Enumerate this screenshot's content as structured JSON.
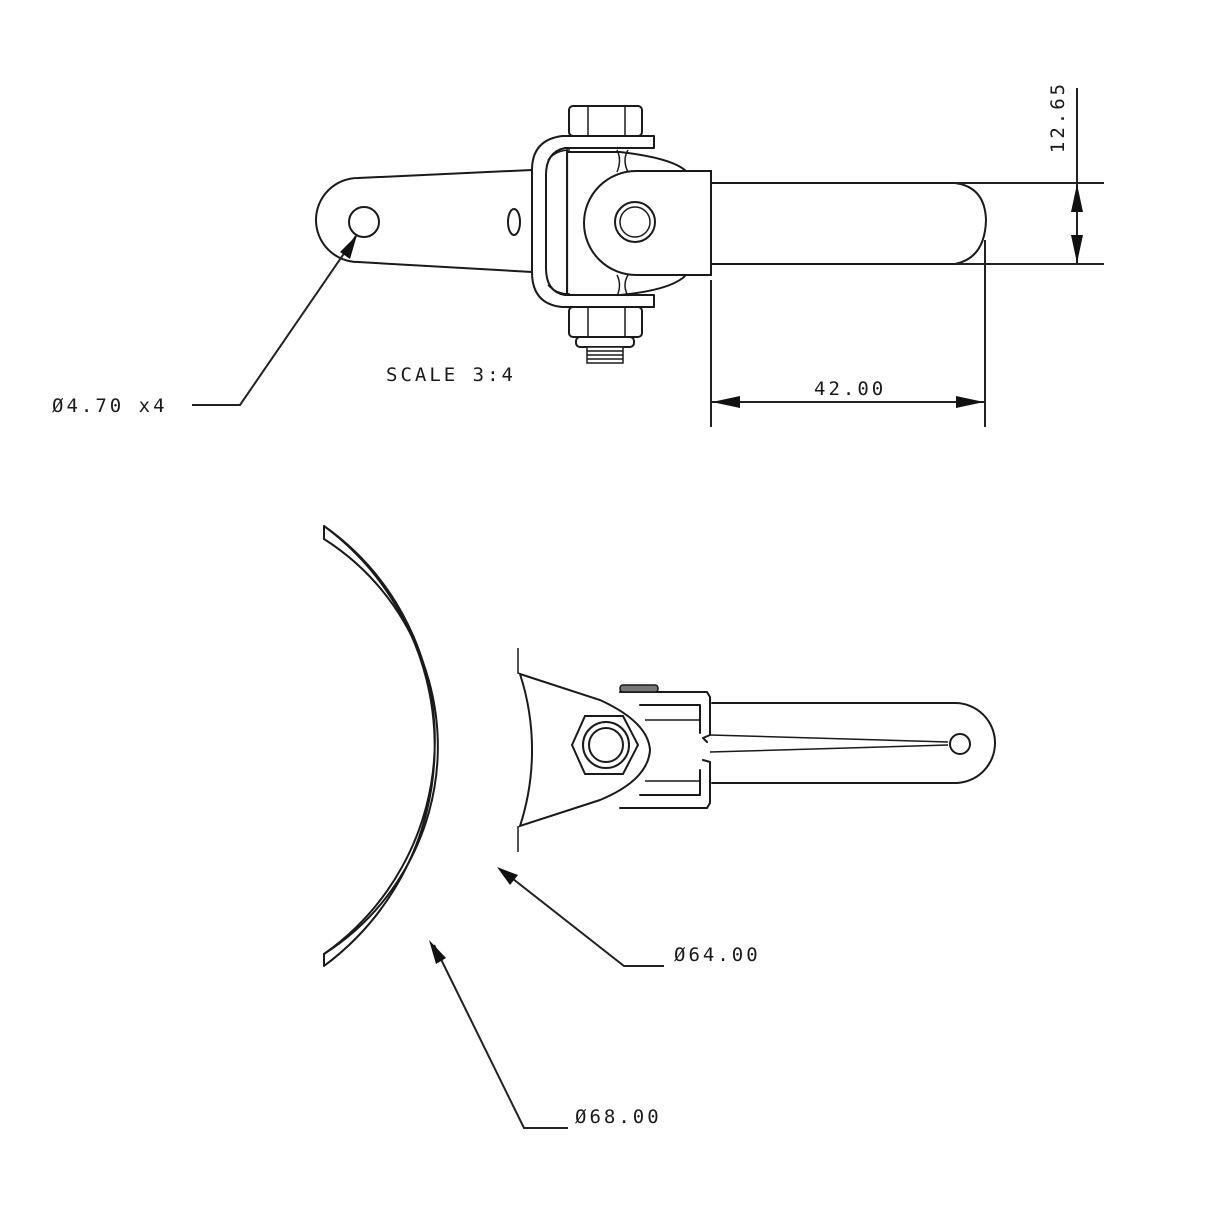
{
  "drawing": {
    "scale_note": "SCALE 3:4",
    "top_view": {
      "hole_callout": "Ø4.70 x4",
      "width_dimension": "12.65",
      "length_dimension": "42.00"
    },
    "bottom_view": {
      "inner_diameter": "Ø64.00",
      "outer_diameter": "Ø68.00"
    },
    "colors": {
      "line": "#1a1a1a",
      "background": "#ffffff"
    }
  }
}
